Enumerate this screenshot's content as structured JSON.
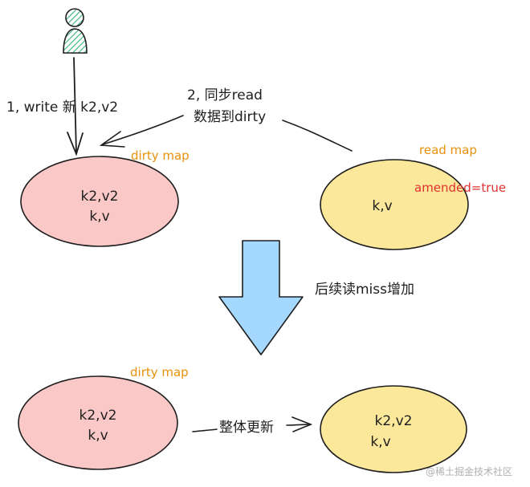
{
  "step1": {
    "text": "1, write 新 k2,v2"
  },
  "step2": {
    "line1": "2, 同步read",
    "line2": "数据到dirty"
  },
  "top_dirty": {
    "title": "dirty map",
    "line1": "k2,v2",
    "line2": "k,v"
  },
  "top_read": {
    "title": "read map",
    "flag": "amended=true",
    "line1": "k,v"
  },
  "transition": {
    "text": "后续读miss增加"
  },
  "bottom_dirty": {
    "title": "dirty map",
    "line1": "k2,v2",
    "line2": "k,v"
  },
  "promote": {
    "text": "整体更新"
  },
  "bottom_read": {
    "line1": "k2,v2",
    "line2": "k,v"
  },
  "watermark": {
    "text": "@稀土掘金技术社区"
  },
  "colors": {
    "dirty_fill": "#fbc8c8",
    "read_fill": "#fbe89a",
    "title_orange": "#e8900c",
    "flag_red": "#e03131",
    "arrow_fill": "#a5d8ff",
    "person_fill": "#7fd9b4"
  }
}
